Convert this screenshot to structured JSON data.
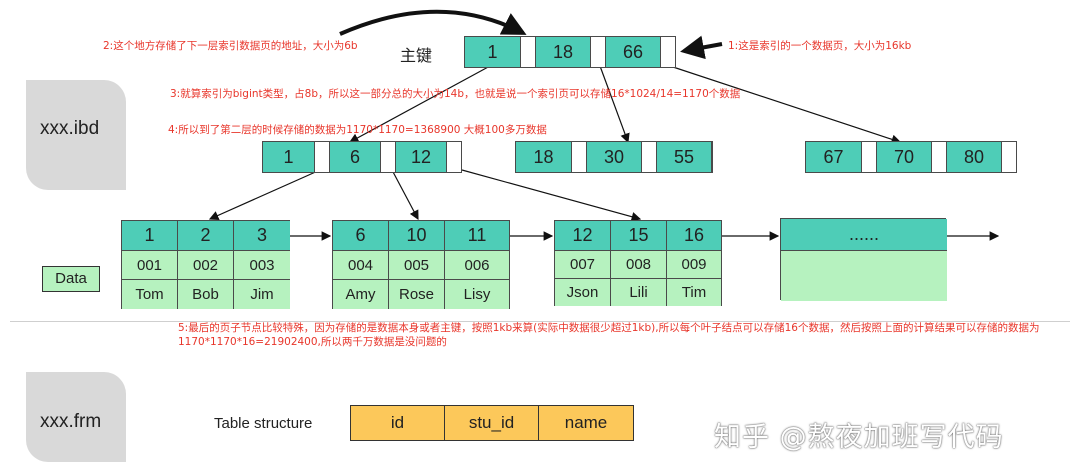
{
  "files": {
    "ibd": "xxx.ibd",
    "frm": "xxx.frm"
  },
  "primary_key_label": "主键",
  "root": [
    "1",
    "18",
    "66"
  ],
  "level2": [
    [
      "1",
      "6",
      "12"
    ],
    [
      "18",
      "30",
      "55"
    ],
    [
      "67",
      "70",
      "80"
    ]
  ],
  "leaves": [
    {
      "keys": [
        "1",
        "2",
        "3"
      ],
      "ids": [
        "001",
        "002",
        "003"
      ],
      "names": [
        "Tom",
        "Bob",
        "Jim"
      ]
    },
    {
      "keys": [
        "6",
        "10",
        "11"
      ],
      "ids": [
        "004",
        "005",
        "006"
      ],
      "names": [
        "Amy",
        "Rose",
        "Lisy"
      ]
    },
    {
      "keys": [
        "12",
        "15",
        "16"
      ],
      "ids": [
        "007",
        "008",
        "009"
      ],
      "names": [
        "Json",
        "Lili",
        "Tim"
      ]
    },
    {
      "ellipsis": "......"
    }
  ],
  "data_label": "Data",
  "notes": {
    "n1": "1:这是索引的一个数据页，大小为16kb",
    "n2": "2:这个地方存储了下一层索引数据页的地址，大小为6b",
    "n3": "3:就算索引为bigint类型，占8b，所以这一部分总的大小为14b，也就是说一个索引页可以存储16*1024/14=1170个数据",
    "n4": "4:所以到了第二层的时候存储的数据为1170*1170=1368900  大概100多万数据",
    "n5": "5:最后的页子节点比较特殊，因为存储的是数据本身或者主键，按照1kb来算(实际中数据很少超过1kb),所以每个叶子结点可以存储16个数据，然后按照上面的计算结果可以存储的数据为1170*1170*16=21902400,所以两千万数据是没问题的"
  },
  "table_structure_label": "Table structure",
  "table_structure_fields": [
    "id",
    "stu_id",
    "name"
  ],
  "watermark": "知乎 @熬夜加班写代码",
  "colors": {
    "index_cell": "#4ecdb7",
    "leaf_value": "#b6f2bf",
    "note": "#e8362b",
    "structure": "#fcc85a"
  }
}
